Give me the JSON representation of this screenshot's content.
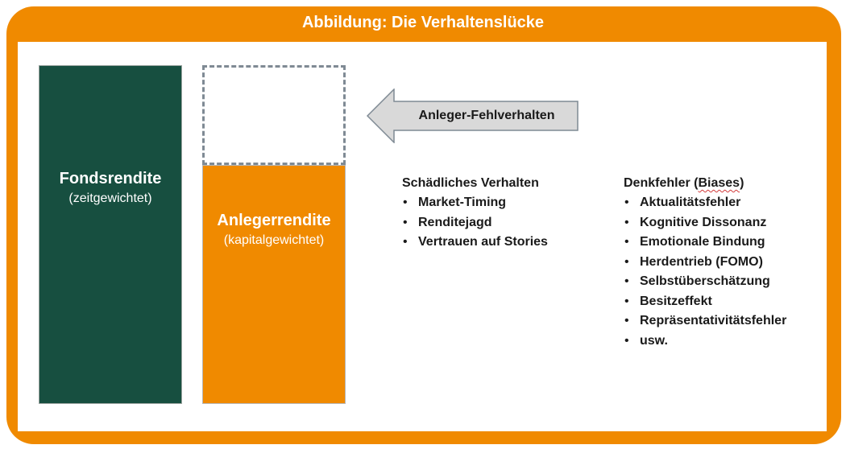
{
  "title": "Abbildung: Die Verhaltenslücke",
  "fund_bar": {
    "title": "Fondsrendite",
    "subtitle": "(zeitgewichtet)"
  },
  "investor_bar": {
    "title": "Anlegerrendite",
    "subtitle": "(kapitalgewichtet)"
  },
  "arrow": {
    "label": "Anleger-Fehlverhalten"
  },
  "harmful_behavior": {
    "heading": "Schädliches Verhalten",
    "items": [
      "Market-Timing",
      "Renditejagd",
      "Vertrauen auf Stories"
    ]
  },
  "biases": {
    "heading_prefix": "Denkfehler (",
    "heading_word": "Biases",
    "heading_suffix": ")",
    "items": [
      "Aktualitätsfehler",
      "Kognitive Dissonanz",
      "Emotionale Bindung",
      "Herdentrieb (FOMO)",
      "Selbstüberschätzung",
      "Besitzeffekt",
      "Repräsentativitätsfehler",
      "usw."
    ]
  },
  "colors": {
    "frame": "#f08a00",
    "fund_bar": "#174f40",
    "investor_bar": "#f08a00",
    "arrow_fill": "#d9d9d9",
    "dashed_border": "#7f8a94"
  }
}
